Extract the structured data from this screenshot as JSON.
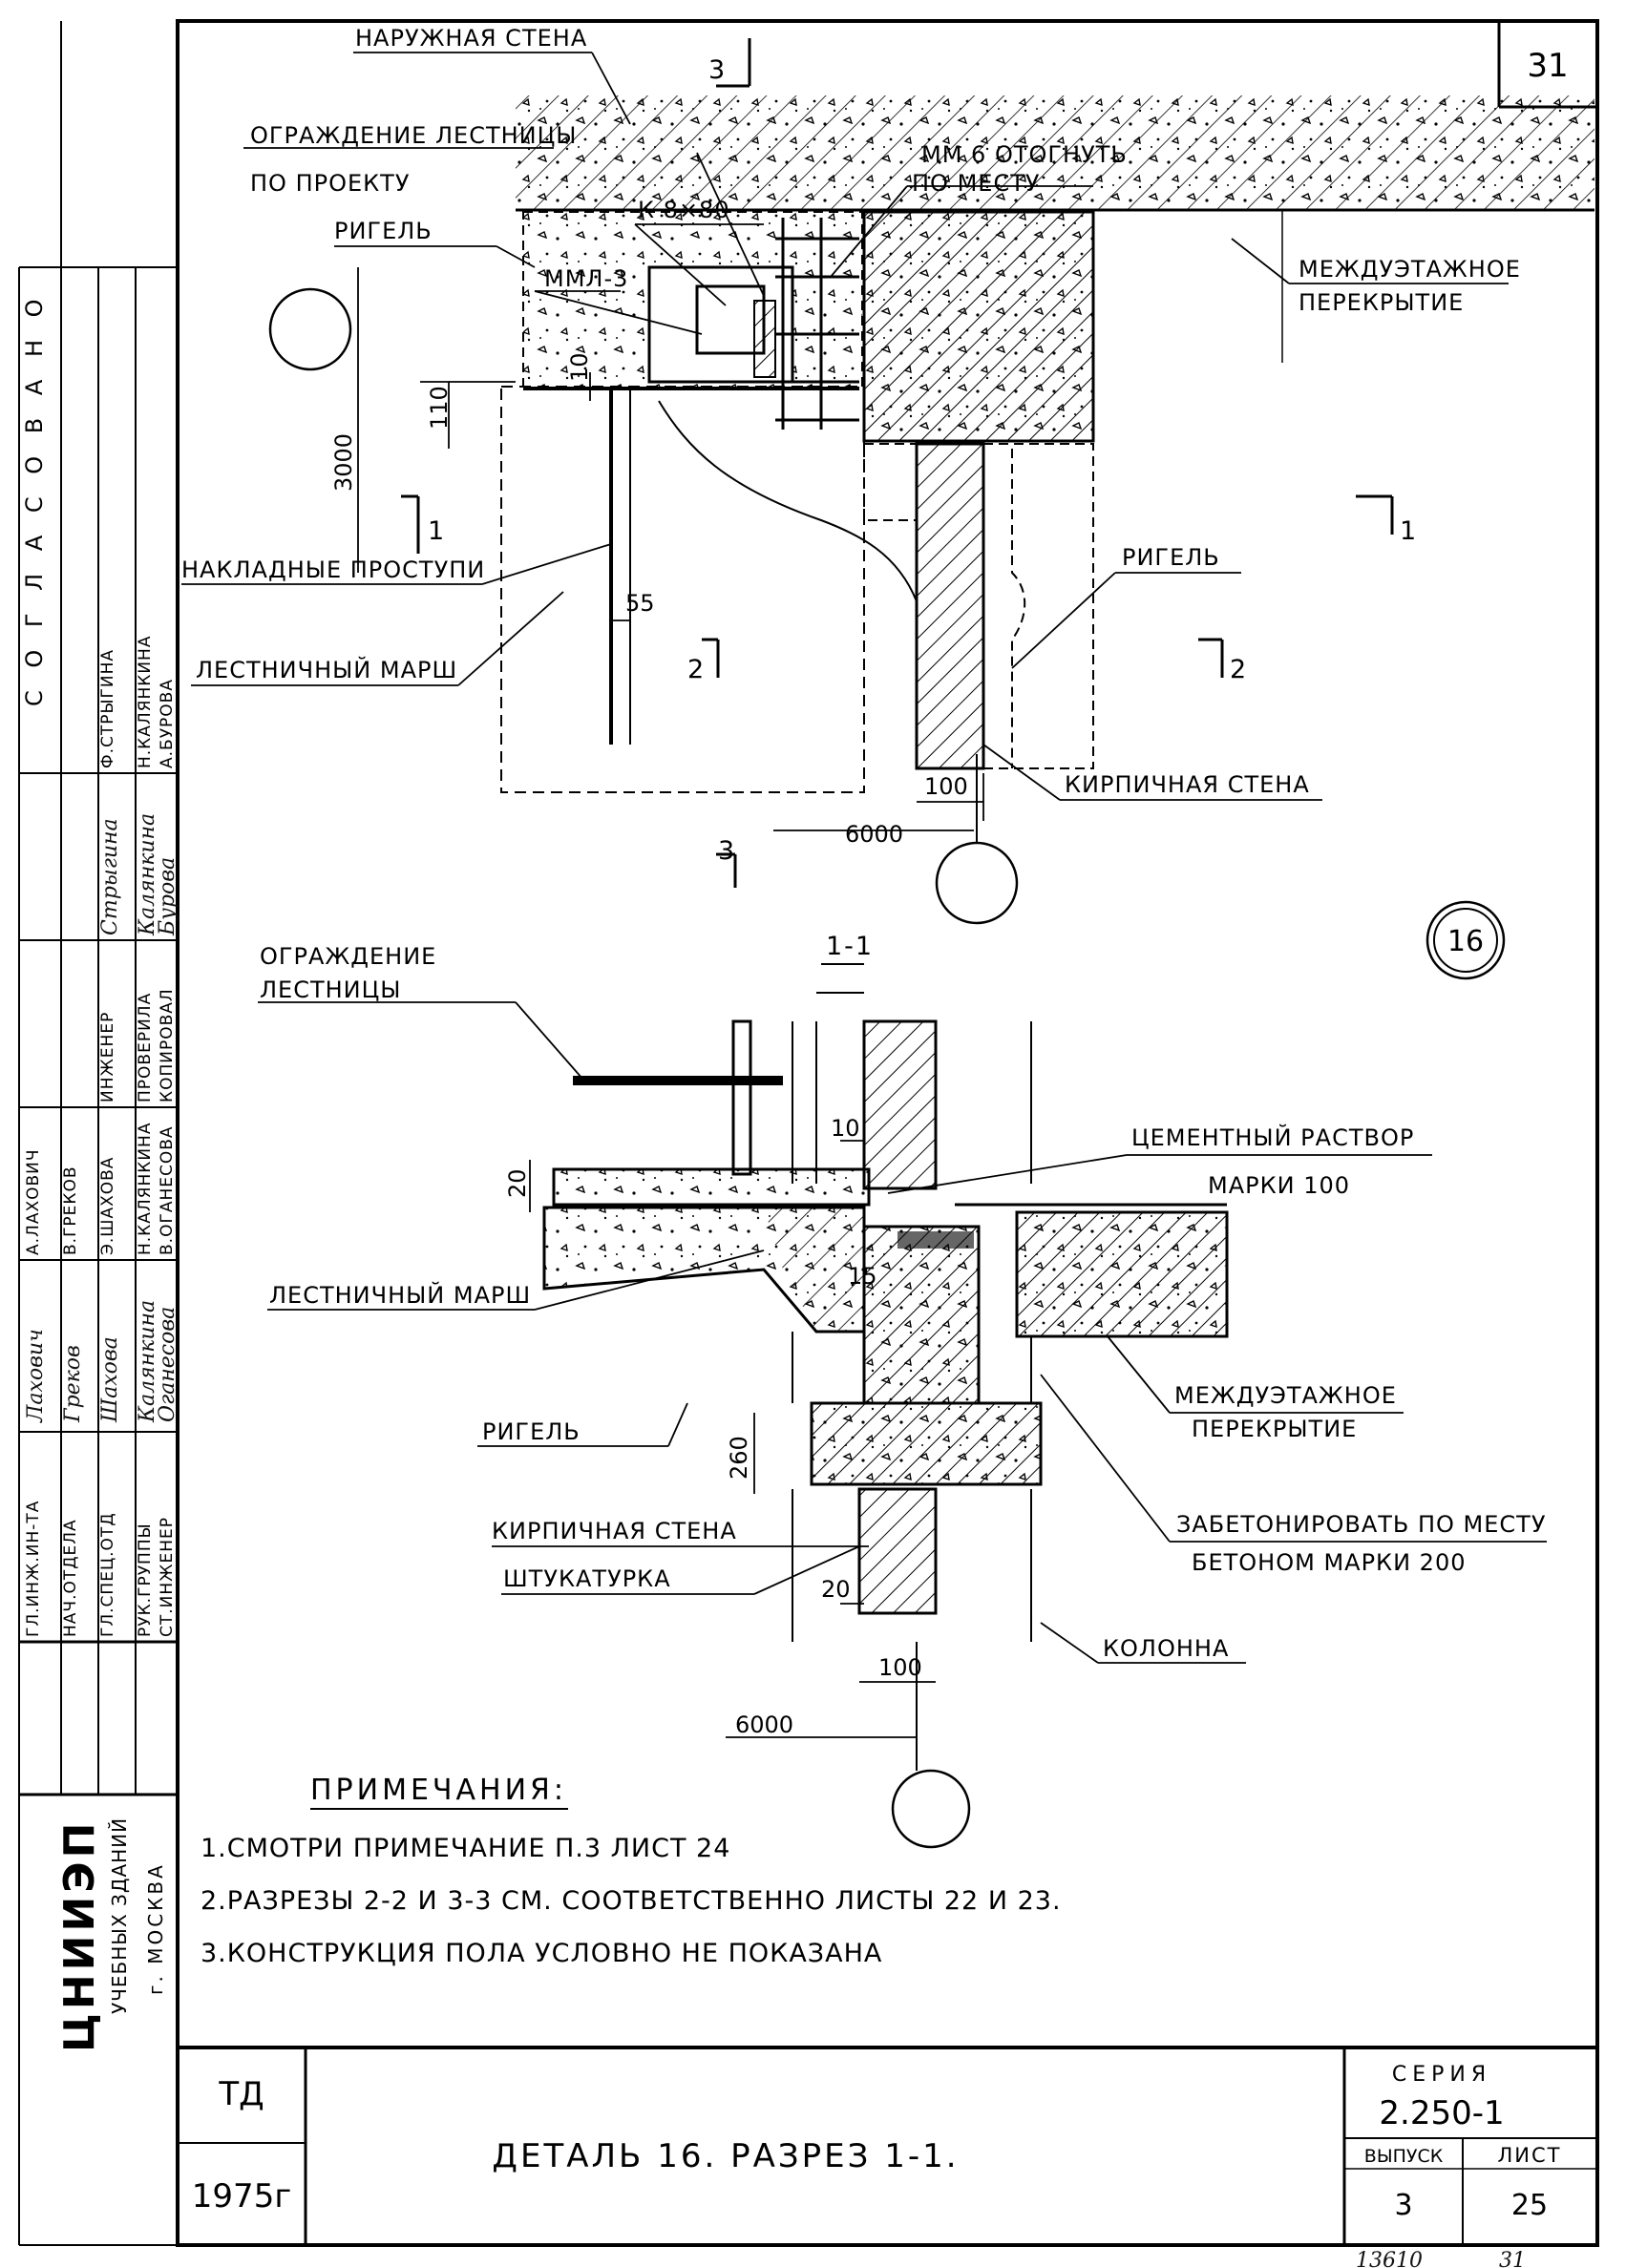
{
  "sheet": {
    "number": "31"
  },
  "plan": {
    "labels": {
      "outer_wall": "НАРУЖНАЯ СТЕНА",
      "railing_1": "ОГРАЖДЕНИЕ ЛЕСТНИЦЫ",
      "railing_2": "ПО ПРОЕКТУ",
      "mm6_1": "ММ 6 ОТОГНУТЬ",
      "mm6_2": "ПО МЕСТУ",
      "rigel": "РИГЕЛЬ",
      "k8x80": "К 8×80",
      "mml3": "ММЛ-3",
      "floor_1": "МЕЖДУЭТАЖНОЕ",
      "floor_2": "ПЕРЕКРЫТИЕ",
      "treads": "НАКЛАДНЫЕ ПРОСТУПИ",
      "flight": "ЛЕСТНИЧНЫЙ МАРШ",
      "rigel2": "РИГЕЛЬ",
      "brick": "КИРПИЧНАЯ СТЕНА"
    },
    "dims": {
      "d3000": "3000",
      "d110": "110",
      "d10": "10",
      "d55": "55",
      "d100": "100",
      "d6000": "6000"
    },
    "marks": {
      "s3": "3",
      "s1": "1",
      "s2": "2"
    }
  },
  "detail_id": "16",
  "section": {
    "title": "1-1",
    "labels": {
      "railing_1": "ОГРАЖДЕНИЕ",
      "railing_2": "ЛЕСТНИЦЫ",
      "mortar_1": "ЦЕМЕНТНЫЙ РАСТВОР",
      "mortar_2": "МАРКИ 100",
      "flight": "ЛЕСТНИЧНЫЙ МАРШ",
      "floor_1": "МЕЖДУЭТАЖНОЕ",
      "floor_2": "ПЕРЕКРЫТИЕ",
      "rigel": "РИГЕЛЬ",
      "concrete_1": "ЗАБЕТОНИРОВАТЬ ПО МЕСТУ",
      "concrete_2": "БЕТОНОМ МАРКИ 200",
      "brick": "КИРПИЧНАЯ СТЕНА",
      "plaster": "ШТУКАТУРКА",
      "column": "КОЛОННА"
    },
    "dims": {
      "d10": "10",
      "d20a": "20",
      "d15": "15",
      "d260": "260",
      "d20b": "20",
      "d100": "100",
      "d6000": "6000"
    }
  },
  "notes": {
    "title": "ПРИМЕЧАНИЯ:",
    "items": [
      "1.СМОТРИ ПРИМЕЧАНИЕ П.3 ЛИСТ 24",
      "2.РАЗРЕЗЫ 2-2 И 3-3 СМ. СООТВЕТСТВЕННО ЛИСТЫ 22 И 23.",
      "3.КОНСТРУКЦИЯ ПОЛА УСЛОВНО НЕ ПОКАЗАНА"
    ]
  },
  "side_panel": {
    "approval": "С О Г Л А С О В А Н О",
    "org_logo": "ЦНИИЭП",
    "org_1": "УЧЕБНЫХ ЗДАНИЙ",
    "org_2": "г. МОСКВА",
    "roles": [
      "ГЛ.ИНЖ.ИН-ТА",
      "НАЧ.ОТДЕЛА",
      "ГЛ.СПЕЦ.ОТД",
      "РУК.ГРУППЫ",
      "СТ.ИНЖЕНЕР"
    ],
    "names": [
      "А.ЛАХОВИЧ",
      "В.ГРЕКОВ",
      "Э.ШАХОВА",
      "Н.КАЛЯНКИНА",
      "В.ОГАНЕСОВА"
    ],
    "roles2": [
      "ИНЖЕНЕР",
      "ПРОВЕРИЛА",
      "КОПИРОВАЛ"
    ],
    "names2": [
      "Ф.СТРЫГИНА",
      "Н.КАЛЯНКИНА",
      "А.БУРОВА"
    ],
    "signatures": [
      "Лахович",
      "Греков",
      "Шахова",
      "Калянкина",
      "Оганесова",
      "Стрыгина",
      "Калянкина",
      "Бурова"
    ]
  },
  "title_block": {
    "td": "ТД",
    "year": "1975г",
    "title": "ДЕТАЛЬ 16. РАЗРЕЗ 1-1.",
    "series_label": "СЕРИЯ",
    "series": "2.250-1",
    "issue_label": "ВЫПУСК",
    "issue": "3",
    "sheet_label": "ЛИСТ",
    "sheet": "25"
  },
  "footer": {
    "inv": "13610",
    "page": "31"
  }
}
